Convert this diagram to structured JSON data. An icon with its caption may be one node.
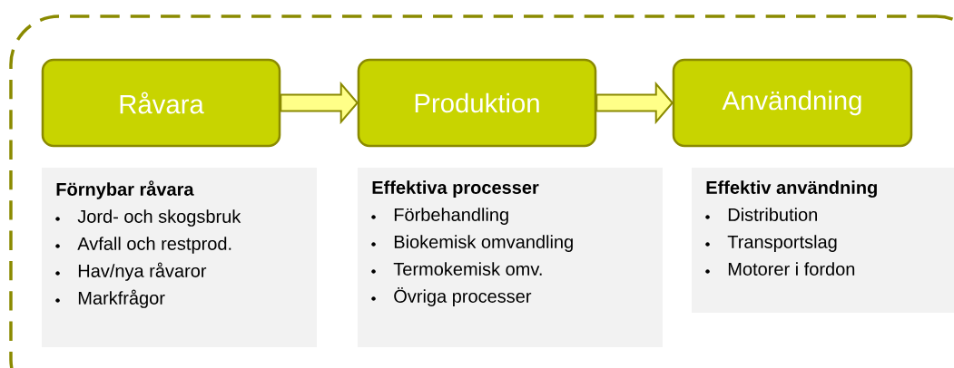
{
  "diagram": {
    "nodes": [
      {
        "text": [],
        "shape": "box"
      },
      {
        "text": [
          "Råvara"
        ],
        "in": 0
      },
      {
        "text": [
          "Produktion"
        ],
        "in": 0
      },
      {
        "text": [
          "Användning"
        ],
        "in": 0
      },
      {
        "text": [
          "Förnybar råvara",
          "Jord- och skogsbruk",
          "Avfall och restprod.",
          "Hav/nya råvaror",
          "Markfrågor"
        ],
        "in": 0
      },
      {
        "text": [
          "Effektiva processer",
          "Förbehandling",
          "Biokemisk omvandling",
          "Termokemisk omv.",
          "Övriga processer"
        ],
        "in": 0
      },
      {
        "text": [
          "Effektiv användning",
          "Distribution",
          "Transportslag",
          "Motorer i fordon"
        ],
        "in": 0
      }
    ],
    "edges": [
      {
        "from": 1,
        "to": 2,
        "arrow": "to"
      },
      {
        "from": 2,
        "to": 3,
        "arrow": "to"
      }
    ]
  }
}
